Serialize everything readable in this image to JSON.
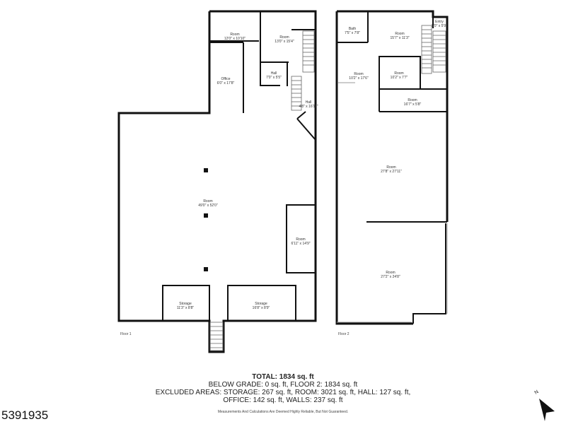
{
  "floors": [
    {
      "label": "Floor 1",
      "rooms": [
        {
          "name": "Room",
          "dims": "12'0\" x 10'10\""
        },
        {
          "name": "Room",
          "dims": "13'0\" x 15'4\""
        },
        {
          "name": "Office",
          "dims": "6'0\" x 17'8\""
        },
        {
          "name": "Hall",
          "dims": "7'0\" x 5'5\""
        },
        {
          "name": "Hall",
          "dims": "4'8\" x 16'11\""
        },
        {
          "name": "Room",
          "dims": "49'0\" x 52'0\""
        },
        {
          "name": "Room",
          "dims": "6'11\" x 14'9\""
        },
        {
          "name": "Storage",
          "dims": "11'3\" x 8'8\""
        },
        {
          "name": "Storage",
          "dims": "16'8\" x 8'9\""
        }
      ]
    },
    {
      "label": "Floor 2",
      "rooms": [
        {
          "name": "Bath",
          "dims": "7'5\" x 7'8\""
        },
        {
          "name": "Room",
          "dims": "15'7\" x 11'3\""
        },
        {
          "name": "Entry",
          "dims": "5'0\" x 5'9\""
        },
        {
          "name": "Room",
          "dims": "10'2\" x 17'6\""
        },
        {
          "name": "Room",
          "dims": "10'2\" x 7'7\""
        },
        {
          "name": "Room",
          "dims": "16'7\" x 5'8\""
        },
        {
          "name": "Room",
          "dims": "27'8\" x 27'11\""
        },
        {
          "name": "Room",
          "dims": "27'2\" x 24'8\""
        }
      ]
    }
  ],
  "summary": {
    "total": "TOTAL: 1834 sq. ft",
    "below_grade": "BELOW GRADE: 0 sq. ft, FLOOR 2: 1834 sq. ft",
    "excluded_line1": "EXCLUDED AREAS: STORAGE: 267 sq. ft, ROOM: 3021 sq. ft, HALL: 127 sq. ft,",
    "excluded_line2": "OFFICE: 142 sq. ft, WALLS: 237 sq. ft"
  },
  "disclaimer": "Measurements And Calculations Are Deemed Highly Reliable, But Not Guaranteed.",
  "listing_id": "5391935",
  "compass": {
    "label": "N",
    "icon": "north-arrow-icon"
  }
}
